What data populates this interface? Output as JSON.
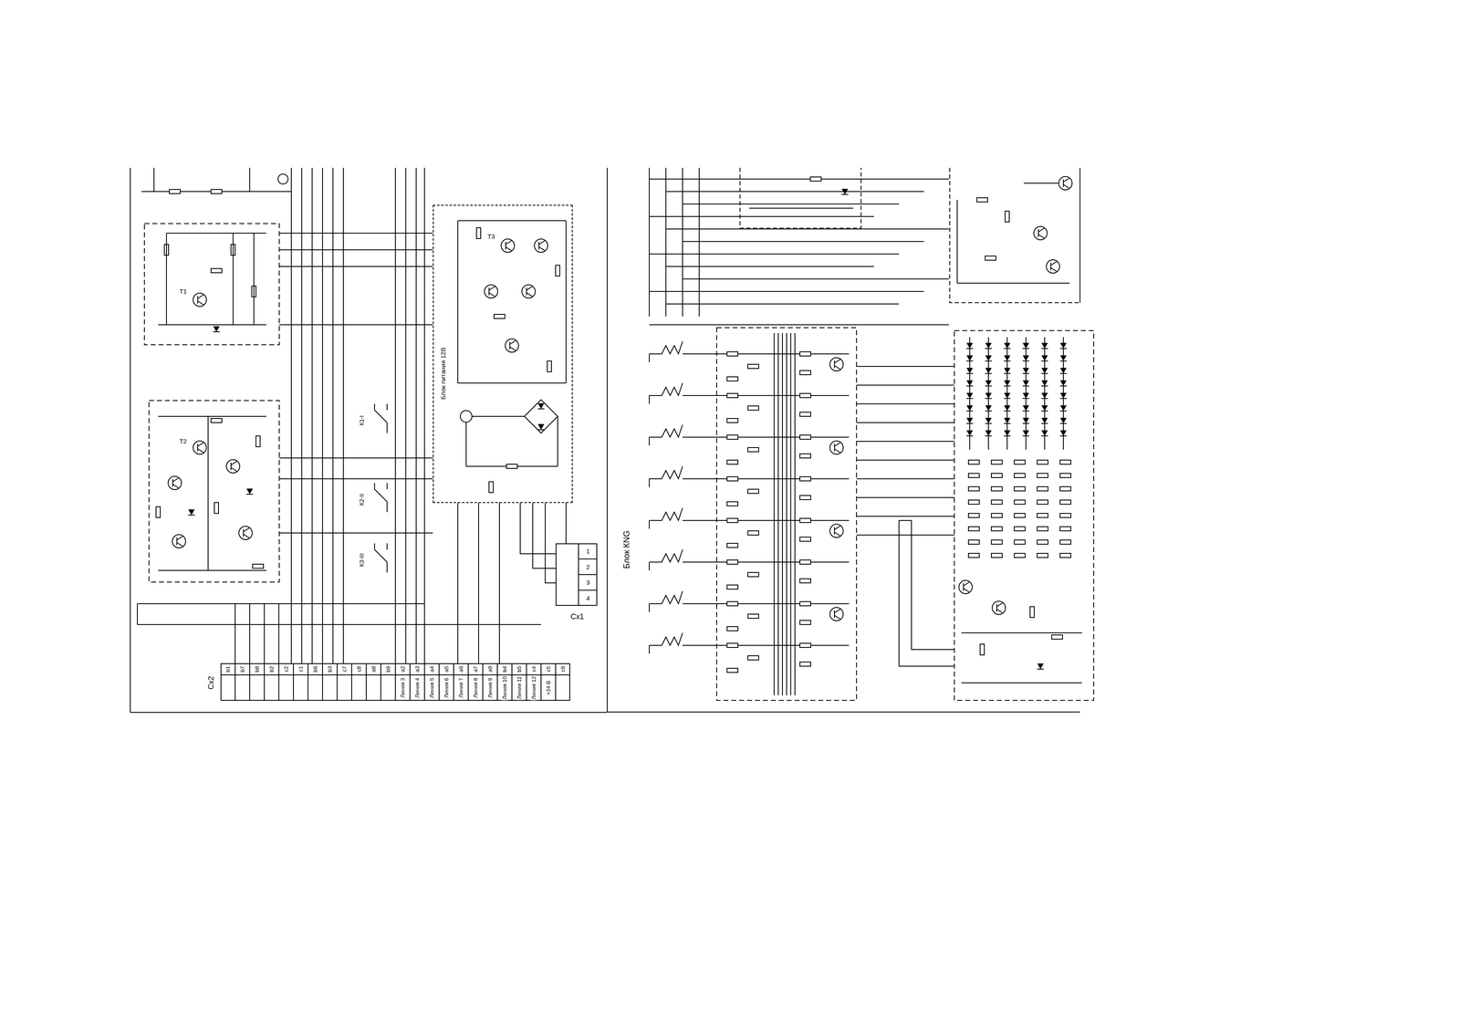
{
  "diagram": {
    "nodes": [
      {
        "text": [
          "Сх2"
        ]
      },
      {
        "text": [
          "Сх1"
        ]
      },
      {
        "text": [
          "Блок питания 12В"
        ]
      },
      {
        "text": [
          "Блок КNG"
        ]
      }
    ],
    "edges": [
      {
        "from": 1,
        "to": 2,
        "arrow": "none"
      },
      {
        "from": 0,
        "to": 2,
        "arrow": "none"
      }
    ],
    "labels": [
      "b1",
      "b7",
      "b8",
      "b2",
      "c2",
      "c1",
      "b6",
      "b3",
      "c7",
      "c8",
      "a8",
      "b9",
      "a2",
      "Линия 3",
      "a3",
      "Линия 4",
      "a4",
      "Линия 5",
      "a5",
      "Линия 6",
      "a6",
      "Линия 7",
      "a7",
      "Линия 8",
      "a9",
      "Линия 9",
      "b4",
      "Линия 10",
      "b5",
      "Линия 11",
      "c4",
      "Линия 12",
      "c5",
      "+24 В",
      "c9",
      "К1-I",
      "К2-II",
      "К3-III",
      "1",
      "2",
      "3",
      "4",
      "Т1",
      "Т2",
      "Т3"
    ]
  }
}
